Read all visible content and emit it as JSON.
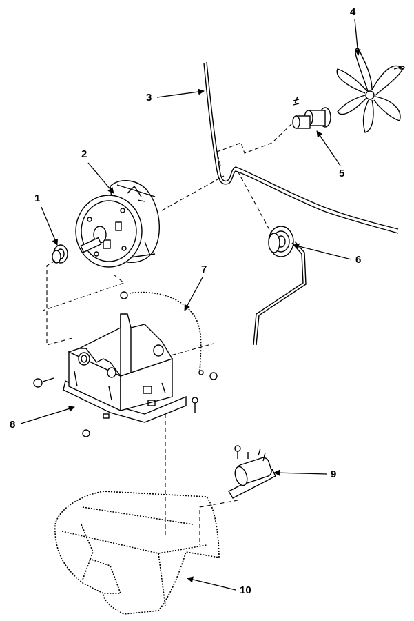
{
  "colors": {
    "ink": "#000000",
    "paper": "#ffffff"
  },
  "callouts": [
    {
      "number": "1",
      "part": "motor-pulley"
    },
    {
      "number": "2",
      "part": "motor"
    },
    {
      "number": "3",
      "part": "belt"
    },
    {
      "number": "4",
      "part": "fan-blade"
    },
    {
      "number": "5",
      "part": "blower-shaft"
    },
    {
      "number": "6",
      "part": "idler-pulley"
    },
    {
      "number": "7",
      "part": "ground-wire"
    },
    {
      "number": "8",
      "part": "motor-mount"
    },
    {
      "number": "9",
      "part": "capacitor"
    },
    {
      "number": "10",
      "part": "base-pan"
    }
  ]
}
